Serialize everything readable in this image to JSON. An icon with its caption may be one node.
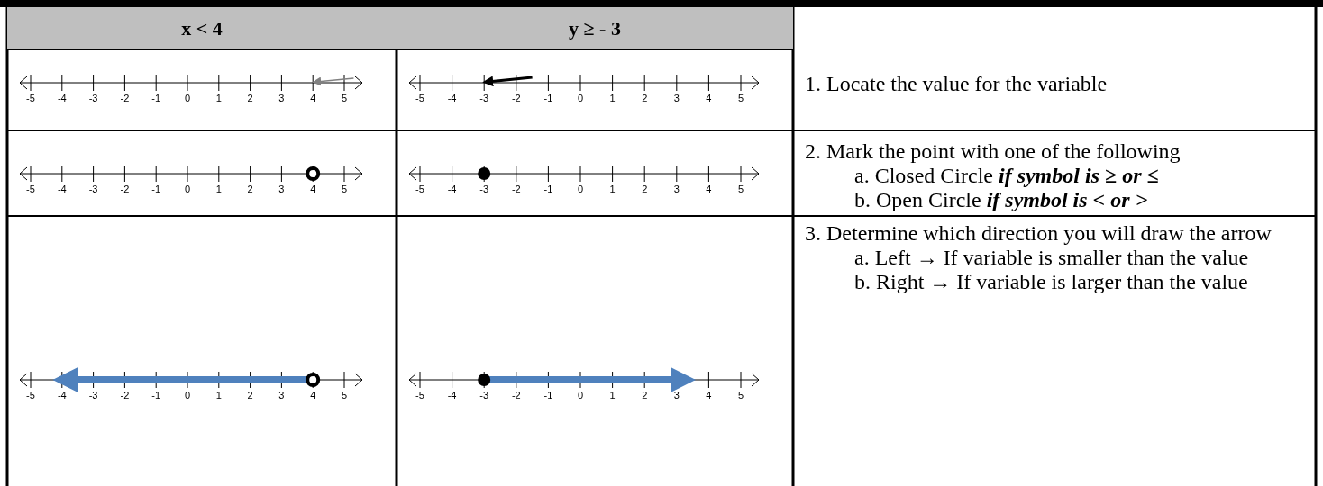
{
  "diagram": {
    "labels": [
      "x < 4",
      "y ≥ - 3",
      "-5",
      "-4",
      "-3",
      "-2",
      "-1",
      "0",
      "1",
      "2",
      "3",
      "4",
      "5",
      "-5",
      "-4",
      "-3",
      "-2",
      "-1",
      "0",
      "1",
      "2",
      "3",
      "4",
      "5",
      "1. Locate the value for the variable",
      "-5",
      "-4",
      "-3",
      "-2",
      "-1",
      "0",
      "1",
      "2",
      "3",
      "4",
      "5",
      "-5",
      "-4",
      "-3",
      "-2",
      "-1",
      "0",
      "1",
      "2",
      "3",
      "4",
      "5",
      "2. Mark the point with one of the following",
      "a. Closed Circle *if symbol is ≥ or ≤*",
      "b. Open Circle *if symbol is < or >*",
      "-5",
      "-4",
      "-3",
      "-2",
      "-1",
      "0",
      "1",
      "2",
      "3",
      "4",
      "5",
      "-5",
      "-4",
      "-3",
      "-2",
      "-1",
      "0",
      "1",
      "2",
      "3",
      "4",
      "5",
      "3. Determine which direction you will draw the arrow",
      "a. Left → If variable is smaller than the value",
      "b. Right → If variable is larger than the value"
    ]
  }
}
